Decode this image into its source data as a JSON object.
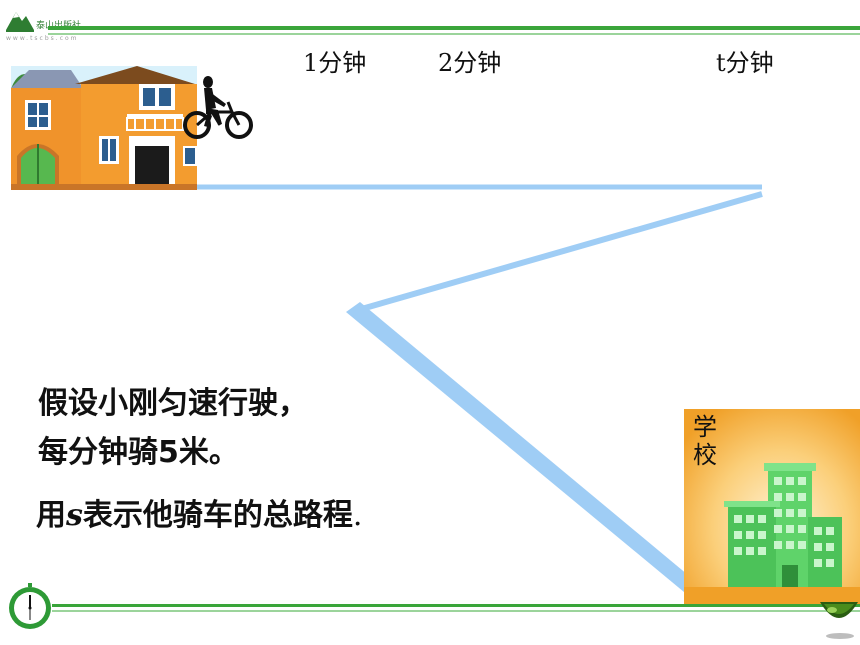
{
  "header": {
    "logo": {
      "name": "泰山出版社",
      "url": "www.tscbs.com"
    }
  },
  "timeline": {
    "labels": [
      "1分钟",
      "2分钟",
      "t分钟"
    ]
  },
  "question": {
    "line1": "假设小刚匀速行驶，",
    "line2": "每分钟骑5米。",
    "line3_prefix": "用",
    "line3_var": "s",
    "line3_suffix": "表示他骑车的总路程",
    "line3_end": "."
  },
  "school": {
    "label": "学校"
  },
  "colors": {
    "road": "#9fcdf5",
    "rule": "#3aa53a",
    "house": "#f0932b",
    "school_bg": "#f2a42d",
    "building": "#5fd36a"
  },
  "icons": [
    "logo-mountain-icon",
    "house-illustration",
    "cyclist-icon",
    "school-building-icon",
    "clock-icon",
    "ball-icon"
  ]
}
